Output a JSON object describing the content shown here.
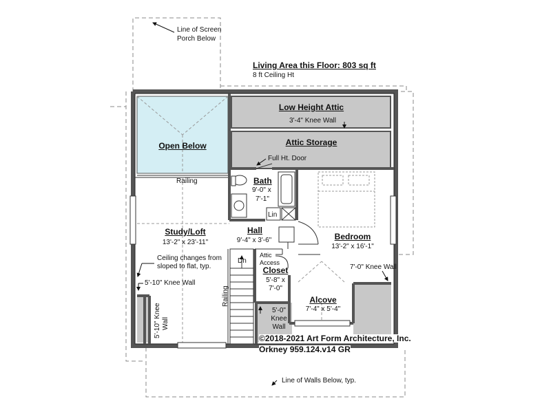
{
  "header": {
    "living_area": "Living Area this Floor: 803 sq ft",
    "ceiling_height": "8 ft Ceiling Ht"
  },
  "notes": {
    "screen_porch": [
      "Line of Screen",
      "Porch Below"
    ],
    "full_ht_door": "Full Ht. Door",
    "ceiling_change": [
      "Ceiling changes from",
      "sloped to flat, typ."
    ],
    "walls_below": "Line of Walls Below, typ.",
    "railing_top": "Railing",
    "railing_stair": "Railing",
    "dn": "Dn",
    "lin": "Lin",
    "attic_access": [
      "Attic",
      "Access"
    ]
  },
  "rooms": {
    "low_height_attic": {
      "name": "Low Height Attic",
      "dim": "3'-4\" Knee Wall"
    },
    "attic_storage": {
      "name": "Attic Storage"
    },
    "open_below": {
      "name": "Open Below"
    },
    "bath": {
      "name": "Bath",
      "dim": [
        "9'-0\" x",
        "7'-1\""
      ]
    },
    "hall": {
      "name": "Hall",
      "dim": "9'-4\" x 3'-6\""
    },
    "study_loft": {
      "name": "Study/Loft",
      "dim": "13'-2\" x 23'-11\""
    },
    "bedroom": {
      "name": "Bedroom",
      "dim": "13'-2\" x 16'-1\""
    },
    "closet": {
      "name": "Closet",
      "dim": [
        "5'-8\" x",
        "7'-0\""
      ]
    },
    "alcove": {
      "name": "Alcove",
      "dim": "7'-4\" x 5'-4\""
    }
  },
  "knee_walls": {
    "bedroom": "7'-0\" Knee Wall",
    "study": "5'-10\" Knee Wall",
    "study_vertical": [
      "5'-10\" Knee",
      "Wall"
    ],
    "alcove": [
      "5'-0\"",
      "Knee",
      "Wall"
    ]
  },
  "footer": {
    "copyright": "©2018-2021 Art Form Architecture, Inc.",
    "plan_id": "Orkney 959.124.v14 GR"
  },
  "colors": {
    "wall": "#555555",
    "attic_fill": "#c8c8c8",
    "open_fill": "#d4eef4",
    "dash": "#888888"
  }
}
